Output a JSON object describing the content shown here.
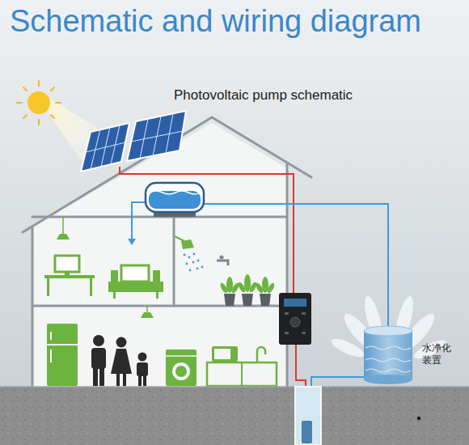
{
  "diagram": {
    "title": "Schematic and wiring diagram",
    "nodes": [
      {
        "text": [
          "水净化 装置"
        ]
      }
    ],
    "labels": [
      "Photovoltaic pump schematic"
    ]
  }
}
